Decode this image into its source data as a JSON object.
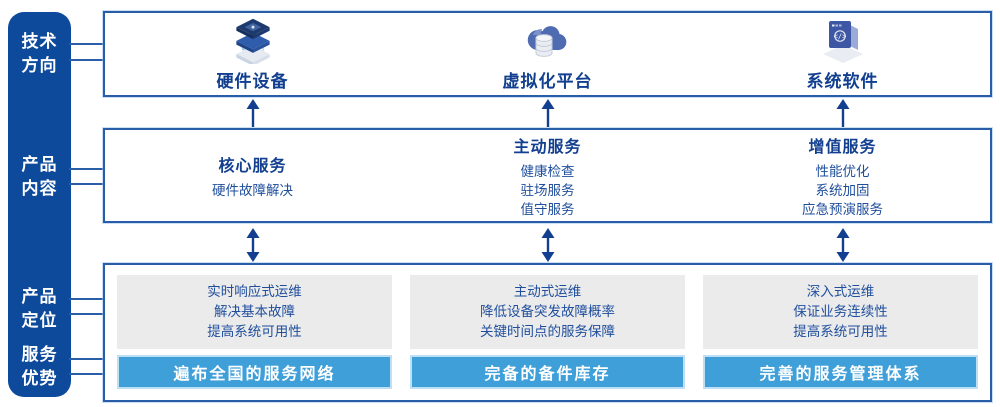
{
  "colors": {
    "sidebar-blue": "#0d4a9c",
    "box-border": "#2a5da8",
    "navy": "#123f8f",
    "text-blue": "#1f4e9c",
    "bar-blue": "#3e9fd9",
    "bar-border": "#bfe0f4",
    "panel-gray": "#ebebec"
  },
  "sidebar": {
    "items": [
      {
        "label": "技术\n方向"
      },
      {
        "label": "产品\n内容"
      },
      {
        "label": "产品\n定位"
      },
      {
        "label": "服务\n优势"
      }
    ]
  },
  "tech_row": {
    "items": [
      {
        "icon": "server-stack-icon",
        "label": "硬件设备"
      },
      {
        "icon": "cloud-database-icon",
        "label": "虚拟化平台"
      },
      {
        "icon": "code-window-icon",
        "label": "系统软件"
      }
    ]
  },
  "content_row": {
    "columns": [
      {
        "title": "核心服务",
        "items": [
          "硬件故障解决"
        ]
      },
      {
        "title": "主动服务",
        "items": [
          "健康检查",
          "驻场服务",
          "值守服务"
        ]
      },
      {
        "title": "增值服务",
        "items": [
          "性能优化",
          "系统加固",
          "应急预演服务"
        ]
      }
    ]
  },
  "position_row": {
    "columns": [
      {
        "lines": [
          "实时响应式运维",
          "解决基本故障",
          "提高系统可用性"
        ],
        "bar": "遍布全国的服务网络"
      },
      {
        "lines": [
          "主动式运维",
          "降低设备突发故障概率",
          "关键时间点的服务保障"
        ],
        "bar": "完备的备件库存"
      },
      {
        "lines": [
          "深入式运维",
          "保证业务连续性",
          "提高系统可用性"
        ],
        "bar": "完善的服务管理体系"
      }
    ]
  }
}
